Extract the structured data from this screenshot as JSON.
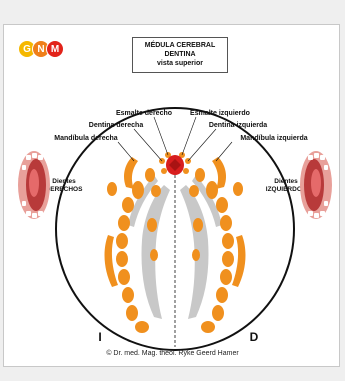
{
  "logo": {
    "letters": [
      "G",
      "N",
      "M"
    ]
  },
  "title": {
    "line1": "MÉDULA CEREBRAL",
    "line2": "DENTINA",
    "line3": "vista superior"
  },
  "labels": {
    "esmalte_derecho": "Esmalte derecho",
    "esmalte_izquierdo": "Esmalte izquierdo",
    "dentina_derecha": "Dentina derecha",
    "dentina_izquierda": "Dentina izquierda",
    "mandibula_derecha": "Mandíbula derecha",
    "mandibula_izquierda": "Mandíbula izquierda",
    "dientes_derechos_1": "Dientes",
    "dientes_derechos_2": "DERECHOS",
    "dientes_izquierdos_1": "Dientes",
    "dientes_izquierdos_2": "IZQUIERDOS",
    "side_left": "I",
    "side_right": "D"
  },
  "copyright": "© Dr. med. Mag. theol. Ryke Geerd Hamer",
  "colors": {
    "relay": "#f0901e",
    "ventricle": "#c8c8c8",
    "enamel": "#d81e1e",
    "logo_yellow": "#f5b800",
    "logo_orange": "#ef7f1a",
    "logo_red": "#e2231a"
  }
}
